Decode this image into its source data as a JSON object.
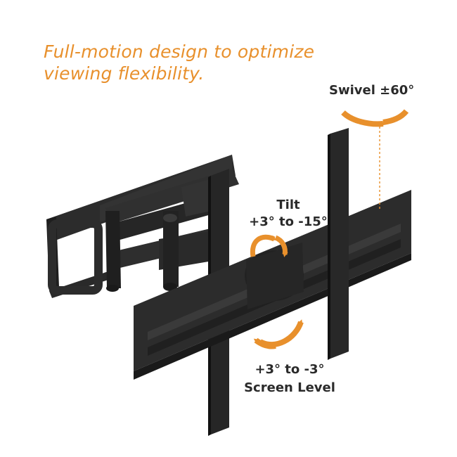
{
  "headline": {
    "line1": "Full-motion design to optimize",
    "line2": "viewing flexibility."
  },
  "swivel": {
    "label": "Swivel ±60°"
  },
  "tilt": {
    "title": "Tilt",
    "range": "+3° to -15°"
  },
  "level": {
    "range": "+3° to -3°",
    "title": "Screen Level"
  },
  "colors": {
    "accent": "#e8902c",
    "metal": "#2c2c2c",
    "metal_dark": "#1a1a1a",
    "text": "#2a2a2a"
  },
  "icons": [
    "swivel-arrow-icon",
    "tilt-arrow-icon",
    "level-arrow-icon"
  ]
}
